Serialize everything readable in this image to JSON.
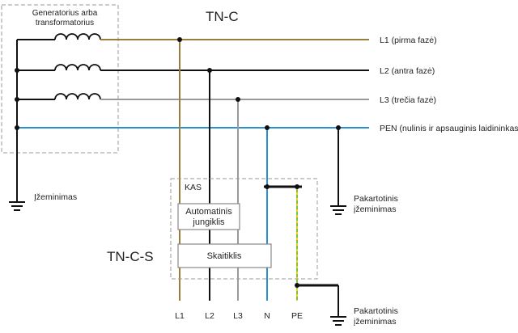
{
  "titles": {
    "tn_c": "TN-C",
    "tn_c_s": "TN-C-S"
  },
  "source_box": {
    "line1": "Generatorius arba",
    "line2": "transformatorius"
  },
  "lines": [
    {
      "id": "L1",
      "label": "L1  (pirma fazė)",
      "color": "#9a7d3a"
    },
    {
      "id": "L2",
      "label": "L2 (antra fazė)",
      "color": "#111111"
    },
    {
      "id": "L3",
      "label": "L3 (trečia fazė)",
      "color": "#9a9a9a"
    },
    {
      "id": "PEN",
      "label": "PEN (nulinis ir apsauginis laidininkas)",
      "color": "#2b8fd6"
    }
  ],
  "grounding": {
    "source": "Įžeminimas",
    "repeat_top_line1": "Pakartotinis",
    "repeat_top_line2": "įžeminimas",
    "repeat_bottom_line1": "Pakartotinis",
    "repeat_bottom_line2": "įžeminimas"
  },
  "kas": {
    "label": "KAS",
    "breaker_line1": "Automatinis",
    "breaker_line2": "jungiklis",
    "meter": "Skaitiklis"
  },
  "conductors": [
    "L1",
    "L2",
    "L3",
    "N",
    "PE"
  ],
  "pe_color": "#7cc242"
}
